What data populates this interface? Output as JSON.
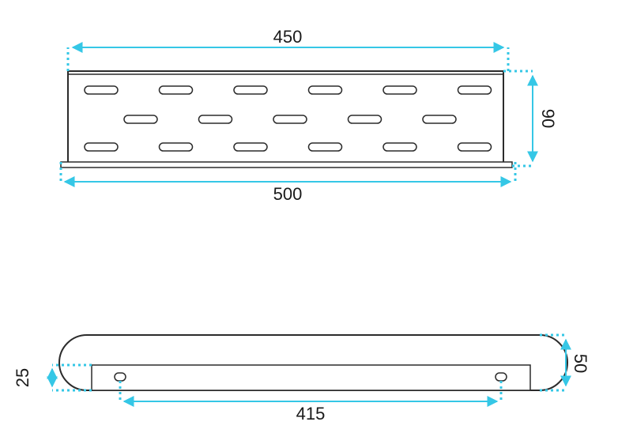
{
  "colors": {
    "outline": "#2b2b2b",
    "dimension": "#35c7e6",
    "background": "#ffffff"
  },
  "top_view": {
    "width_inner": "450",
    "width_outer": "500",
    "height": "90",
    "slot_rows": [
      6,
      5,
      6
    ]
  },
  "side_view": {
    "depth": "50",
    "inset_height": "25",
    "hole_spacing": "415"
  }
}
